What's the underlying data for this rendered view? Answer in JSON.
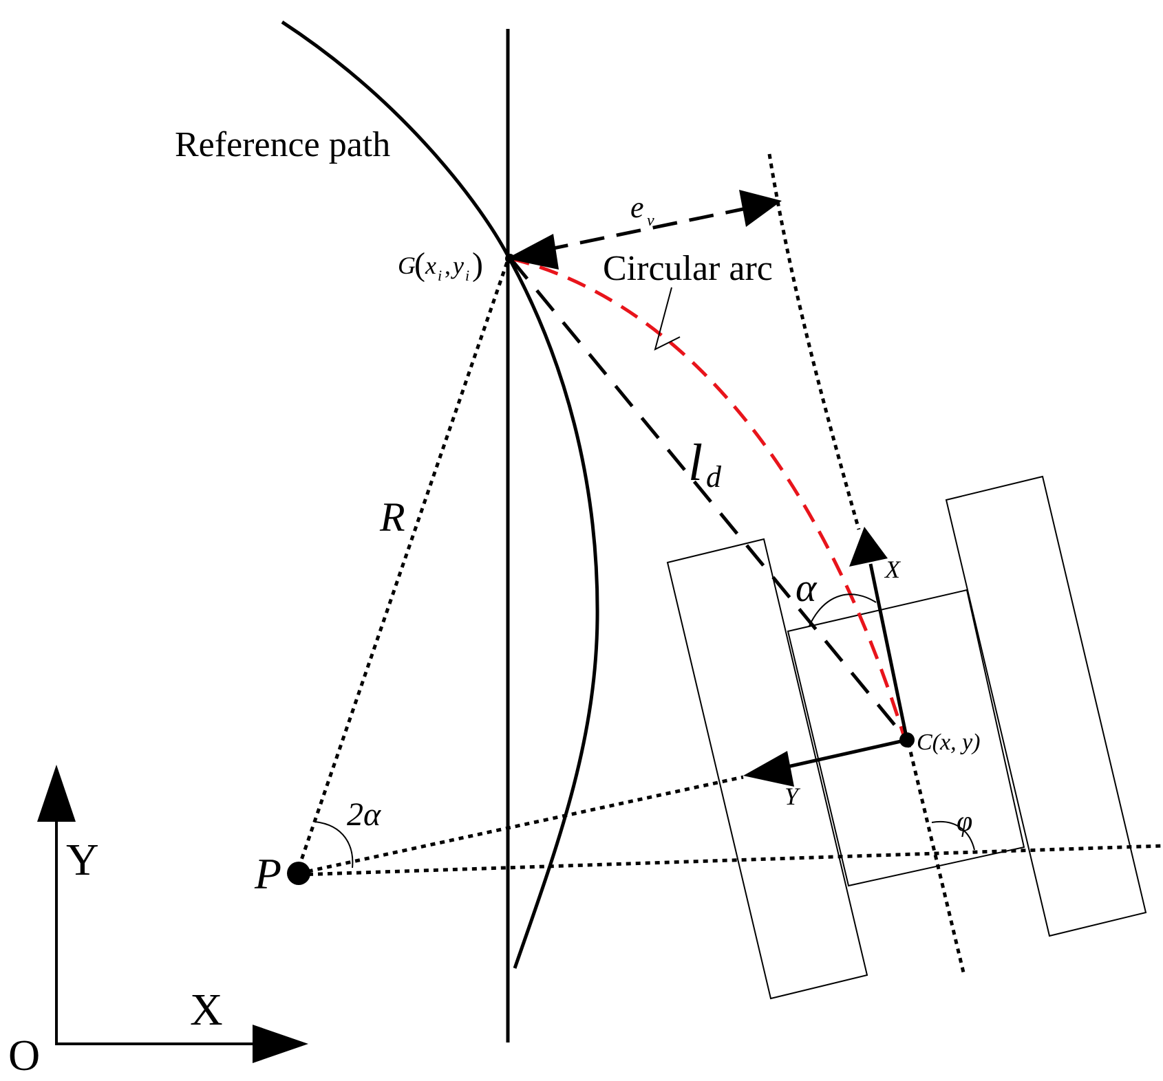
{
  "labels": {
    "reference_path": "Reference path",
    "circular_arc": "Circular arc",
    "point_g_name": "G",
    "point_g_open": "(",
    "point_g_x": "x",
    "point_g_xsub": "i",
    "point_g_comma": ",",
    "point_g_y": "y",
    "point_g_ysub": "i",
    "point_g_close": ")",
    "point_c": "C(x, y)",
    "point_p": "P",
    "radius": "R",
    "lookahead_l": "l",
    "lookahead_sub": "d",
    "lateral_e": "e",
    "lateral_sub": "v",
    "alpha": "α",
    "two_alpha": "2α",
    "phi": "φ",
    "vehicle_x": "X",
    "vehicle_y": "Y",
    "global_x": "X",
    "global_y": "Y",
    "origin": "O"
  },
  "colors": {
    "ink": "#000000",
    "arc": "#e8141b",
    "background": "#ffffff"
  }
}
